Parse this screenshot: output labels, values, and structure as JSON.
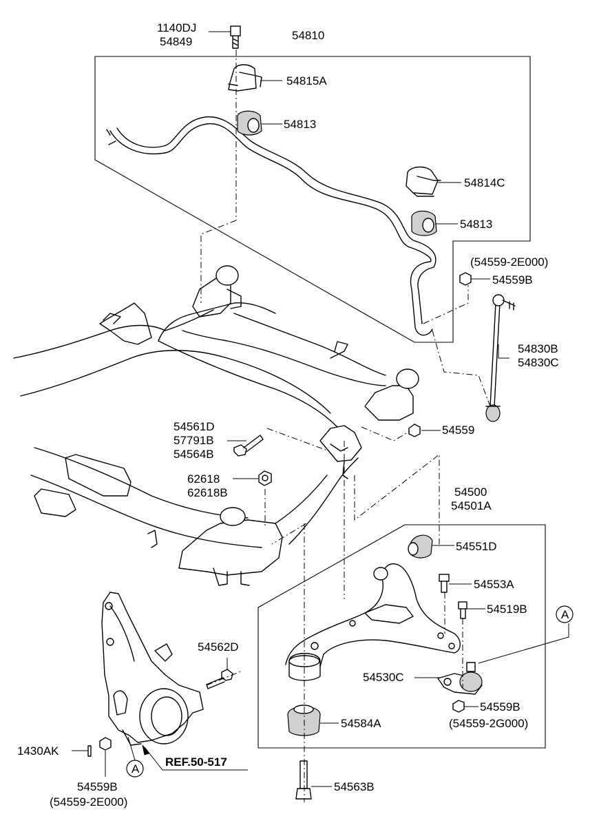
{
  "labels": {
    "p1140dj": "1140DJ",
    "p54849": "54849",
    "p54810": "54810",
    "p54815a": "54815A",
    "p54813_top": "54813",
    "p54814c": "54814C",
    "p54813_mid": "54813",
    "p54559_2e000_top": "(54559-2E000)",
    "p54559b_top": "54559B",
    "p54830b": "54830B",
    "p54830c": "54830C",
    "p54561d": "54561D",
    "p57791b": "57791B",
    "p54564b": "54564B",
    "p54559": "54559",
    "p62618": "62618",
    "p62618b": "62618B",
    "p54500": "54500",
    "p54501a": "54501A",
    "p54551d": "54551D",
    "p54553a": "54553A",
    "p54519b": "54519B",
    "callout_a_right": "A",
    "p54562d": "54562D",
    "p54530c": "54530C",
    "p54559b_mid": "54559B",
    "p54559_2g000": "(54559-2G000)",
    "p54584a": "54584A",
    "p1430ak": "1430AK",
    "callout_a_left": "A",
    "ref": "REF.50-517",
    "p54559b_bot": "54559B",
    "p54559_2e000_bot": "(54559-2E000)",
    "p54563b": "54563B"
  }
}
